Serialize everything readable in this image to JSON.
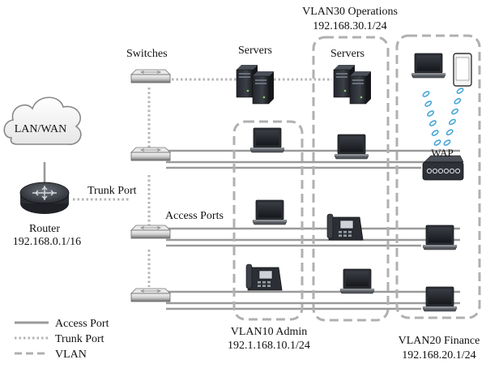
{
  "labels": {
    "switches": "Switches",
    "servers_left": "Servers",
    "servers_right": "Servers",
    "lan_wan": "LAN/WAN",
    "trunk_port": "Trunk Port",
    "access_ports": "Access Ports",
    "router_name": "Router",
    "router_ip": "192.168.0.1/16",
    "wap": "WAP"
  },
  "vlans": {
    "ops_name": "VLAN30 Operations",
    "ops_ip": "192.168.30.1/24",
    "admin_name": "VLAN10 Admin",
    "admin_ip": "192.1.168.10.1/24",
    "finance_name": "VLAN20 Finance",
    "finance_ip": "192.168.20.1/24"
  },
  "legend": {
    "access_port": "Access Port",
    "trunk_port": "Trunk Port",
    "vlan": "VLAN"
  },
  "colors": {
    "access_line": "#9a9a9a",
    "trunk_line": "#b4b4b4",
    "vlan_dash": "#b0b0b0",
    "device_dark": "#2e3138",
    "wireless_blue": "#4aa8d8"
  }
}
